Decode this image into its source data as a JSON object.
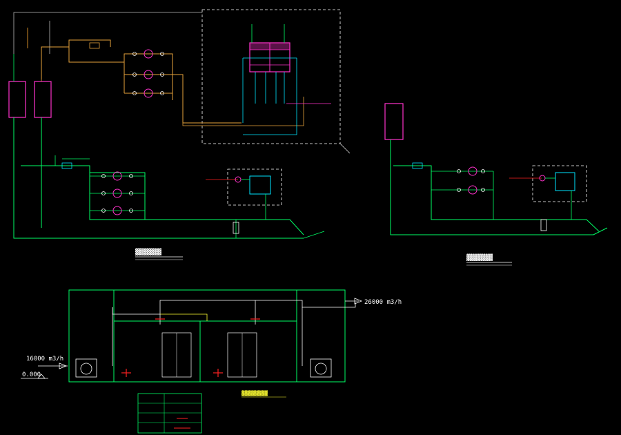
{
  "colors": {
    "background": "#000000",
    "green": "#00ff66",
    "orange": "#e8a33c",
    "magenta": "#ff33cc",
    "cyan": "#00e5ff",
    "white": "#ffffff",
    "yellow": "#ffff33",
    "red": "#ff2222",
    "gray": "#bbbbbb"
  },
  "labels": {
    "air_left": "16000 m3/h",
    "air_right": "26000 m3/h",
    "ground_level": "0.000"
  }
}
